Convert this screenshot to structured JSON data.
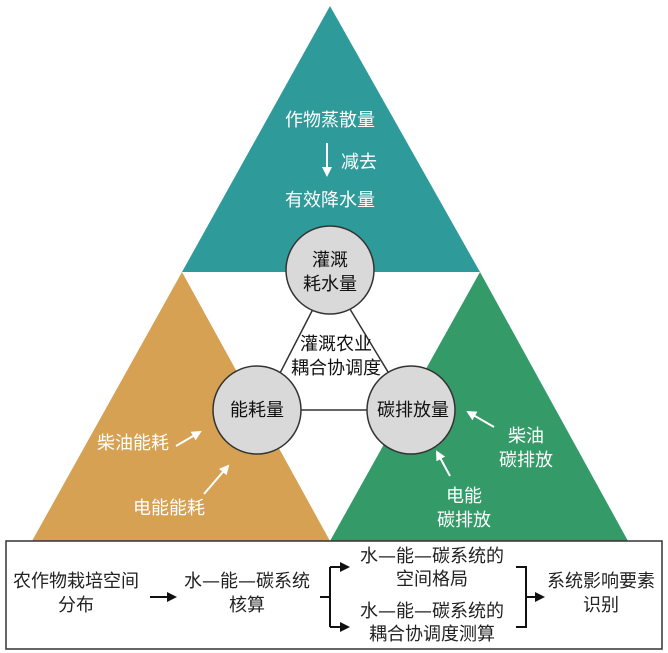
{
  "colors": {
    "teal": "#2e9a9a",
    "orange": "#d6a152",
    "green": "#349a68",
    "circle_fill": "#d9d9d9"
  },
  "top_triangle": {
    "line1": "作物蒸散量",
    "arrow_label": "减去",
    "line2": "有效降水量"
  },
  "center_label": {
    "line1": "灌溉农业",
    "line2": "耦合协调度"
  },
  "nodes": {
    "water": {
      "line1": "灌溉",
      "line2": "耗水量"
    },
    "energy": {
      "label": "能耗量"
    },
    "carbon": {
      "label": "碳排放量"
    }
  },
  "left_triangle": {
    "diesel": "柴油能耗",
    "electric": "电能能耗"
  },
  "right_triangle": {
    "diesel_line1": "柴油",
    "diesel_line2": "碳排放",
    "electric_line1": "电能",
    "electric_line2": "碳排放"
  },
  "flow": {
    "step1_line1": "农作物栽培空间",
    "step1_line2": "分布",
    "step2_line1": "水—能—碳系统",
    "step2_line2": "核算",
    "step3a_line1": "水—能—碳系统的",
    "step3a_line2": "空间格局",
    "step3b_line1": "水—能—碳系统的",
    "step3b_line2": "耦合协调度测算",
    "step4_line1": "系统影响要素",
    "step4_line2": "识别"
  }
}
